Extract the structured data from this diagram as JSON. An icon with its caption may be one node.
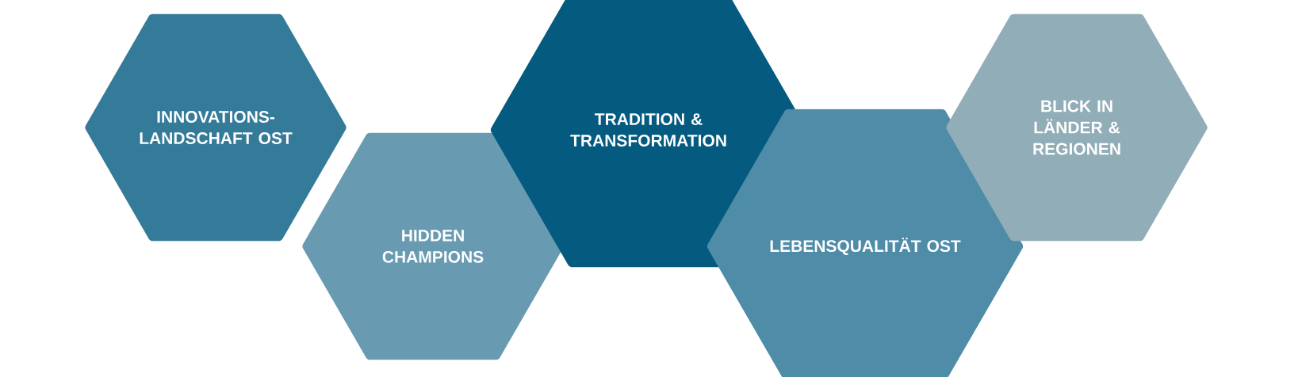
{
  "diagram": {
    "nodes": [
      {
        "text": [
          "INNOVATIONS- LANDSCHAFT OST"
        ]
      },
      {
        "text": [
          "HIDDEN CHAMPIONS"
        ]
      },
      {
        "text": [
          "TRADITION & TRANSFORMATION"
        ]
      },
      {
        "text": [
          "LEBENSQUALITÄT OST"
        ]
      },
      {
        "text": [
          "BLICK IN LÄNDER & REGIONEN"
        ]
      }
    ]
  }
}
